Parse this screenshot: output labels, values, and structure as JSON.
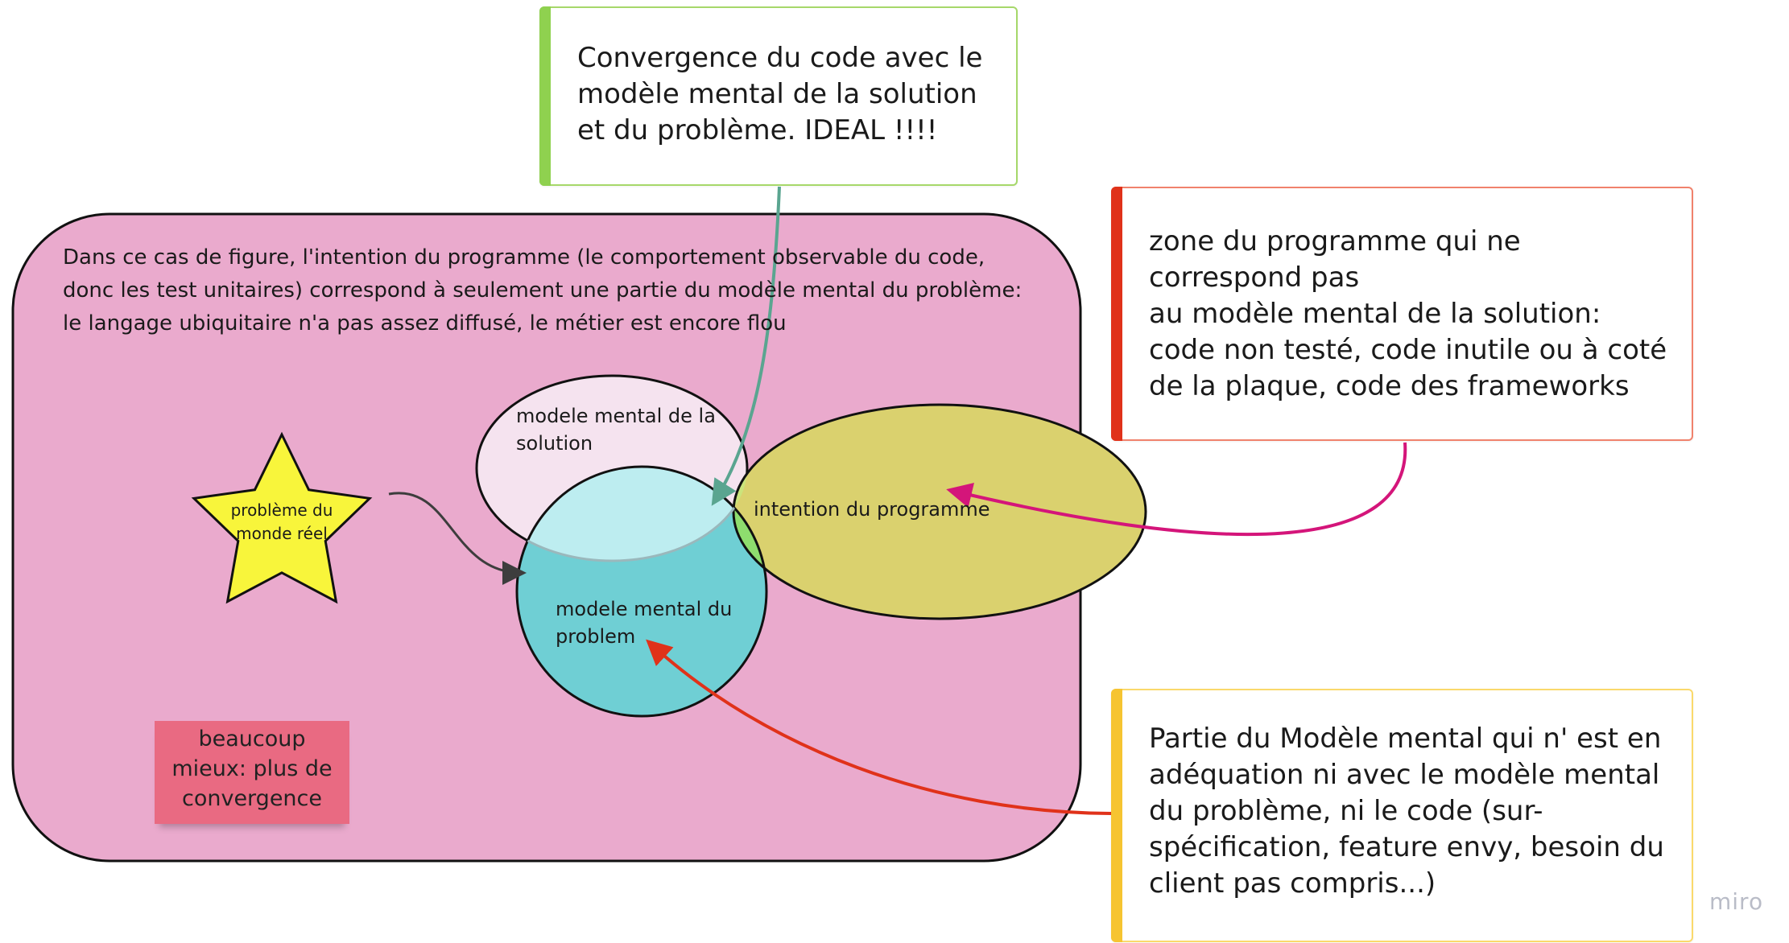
{
  "cards": {
    "green": {
      "text": "Convergence du code avec le\nmodèle mental de la solution\net du problème. IDEAL !!!!",
      "color": "#8fd14f"
    },
    "red": {
      "text": "zone du programme qui ne\ncorrespond pas\nau modèle mental de la solution:\ncode non testé, code inutile ou à coté\nde la plaque, code des frameworks",
      "color": "#e0321a"
    },
    "yellow": {
      "text": "Partie du Modèle mental qui n' est en\nadéquation ni avec le modèle mental\ndu problème, ni le code (sur-\nspécification, feature envy, besoin du\nclient pas compris...)",
      "color": "#f6c431"
    }
  },
  "frame": {
    "description": "Dans ce cas de figure, l'intention du programme (le comportement observable du code,\ndonc les test unitaires) correspond à seulement une partie du modèle mental du problème:\nle langage ubiquitaire n'a pas assez diffusé, le métier est encore flou",
    "color": "#eaaacd"
  },
  "venn": {
    "solution_label": "modele mental de la\nsolution",
    "intention_label": "intention du programme",
    "problem_label": "modele mental du\nproblem",
    "colors": {
      "solution": "#f5e3ef",
      "problem": "#6fcfd4",
      "intention": "#dad16e",
      "overlap": "#8edd6e"
    }
  },
  "star": {
    "label": "problème du\nmonde réel",
    "color": "#f8f53b"
  },
  "sticky": {
    "text": "beaucoup\nmieux: plus de\nconvergence",
    "color": "#e96a82"
  },
  "branding": {
    "logo": "miro"
  }
}
